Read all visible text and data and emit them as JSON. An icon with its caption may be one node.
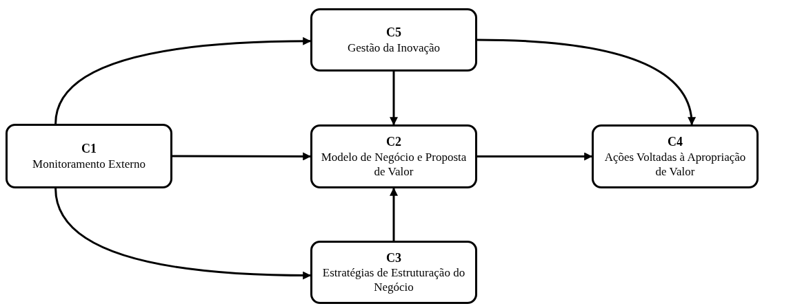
{
  "diagram": {
    "nodes": [
      {
        "text": [
          "C5",
          "Gestão da Inovação"
        ]
      },
      {
        "text": [
          "C1",
          "Monitoramento Externo"
        ]
      },
      {
        "text": [
          "C2",
          "Modelo de Negócio e Proposta de Valor"
        ]
      },
      {
        "text": [
          "C4",
          "Ações Voltadas à Apropriação de Valor"
        ]
      },
      {
        "text": [
          "C3",
          "Estratégias de Estruturação do Negócio"
        ]
      }
    ],
    "edges": [
      {
        "from": 1,
        "to": 0,
        "arrow": "to"
      },
      {
        "from": 0,
        "to": 2,
        "arrow": "to"
      },
      {
        "from": 0,
        "to": 3,
        "arrow": "to"
      },
      {
        "from": 1,
        "to": 2,
        "arrow": "to"
      },
      {
        "from": 2,
        "to": 3,
        "arrow": "to"
      },
      {
        "from": 1,
        "to": 4,
        "arrow": "to"
      },
      {
        "from": 4,
        "to": 2,
        "arrow": "to"
      }
    ]
  }
}
